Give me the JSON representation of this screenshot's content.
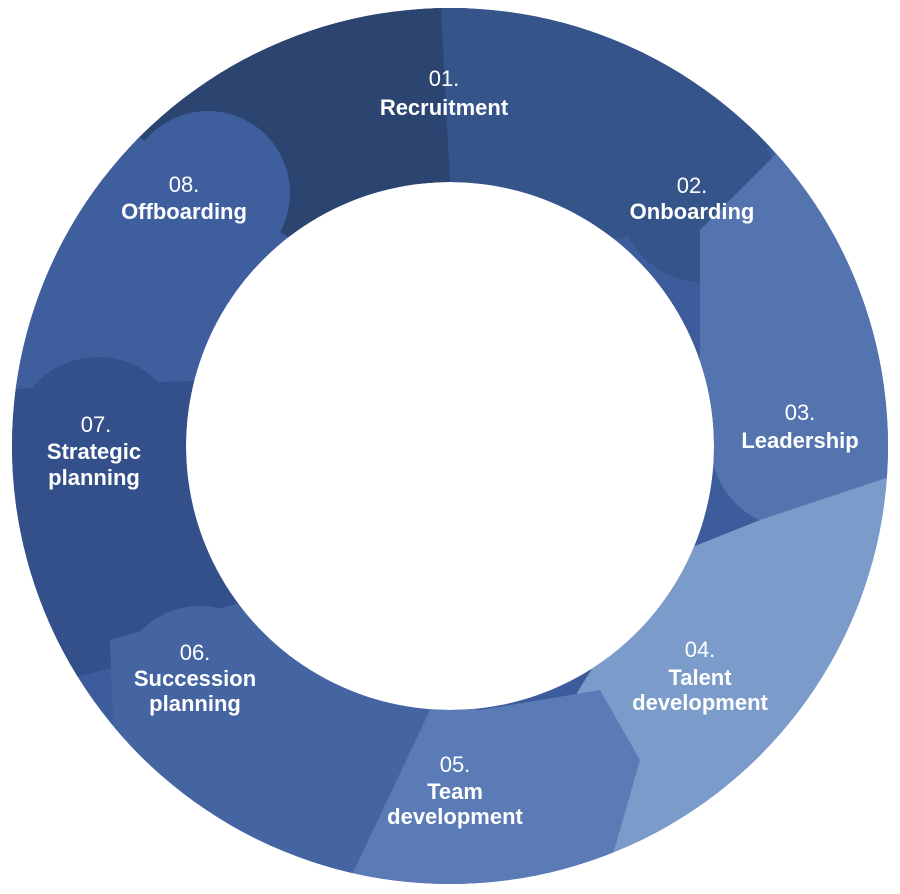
{
  "stages": [
    {
      "number": "01.",
      "label_lines": [
        "Recruitment"
      ],
      "color": "#2b4470"
    },
    {
      "number": "02.",
      "label_lines": [
        "Onboarding"
      ],
      "color": "#34548a"
    },
    {
      "number": "03.",
      "label_lines": [
        "Leadership"
      ],
      "color": "#5374ae"
    },
    {
      "number": "04.",
      "label_lines": [
        "Talent",
        "development"
      ],
      "color": "#7b9bca"
    },
    {
      "number": "05.",
      "label_lines": [
        "Team",
        "development"
      ],
      "color": "#5a7bb6"
    },
    {
      "number": "06.",
      "label_lines": [
        "Succession",
        "planning"
      ],
      "color": "#4564a2"
    },
    {
      "number": "07.",
      "label_lines": [
        "Strategic",
        "planning"
      ],
      "color": "#34508a"
    },
    {
      "number": "08.",
      "label_lines": [
        "Offboarding"
      ],
      "color": "#3f5e9e"
    }
  ],
  "ring_base_color": "#3d5c9b"
}
